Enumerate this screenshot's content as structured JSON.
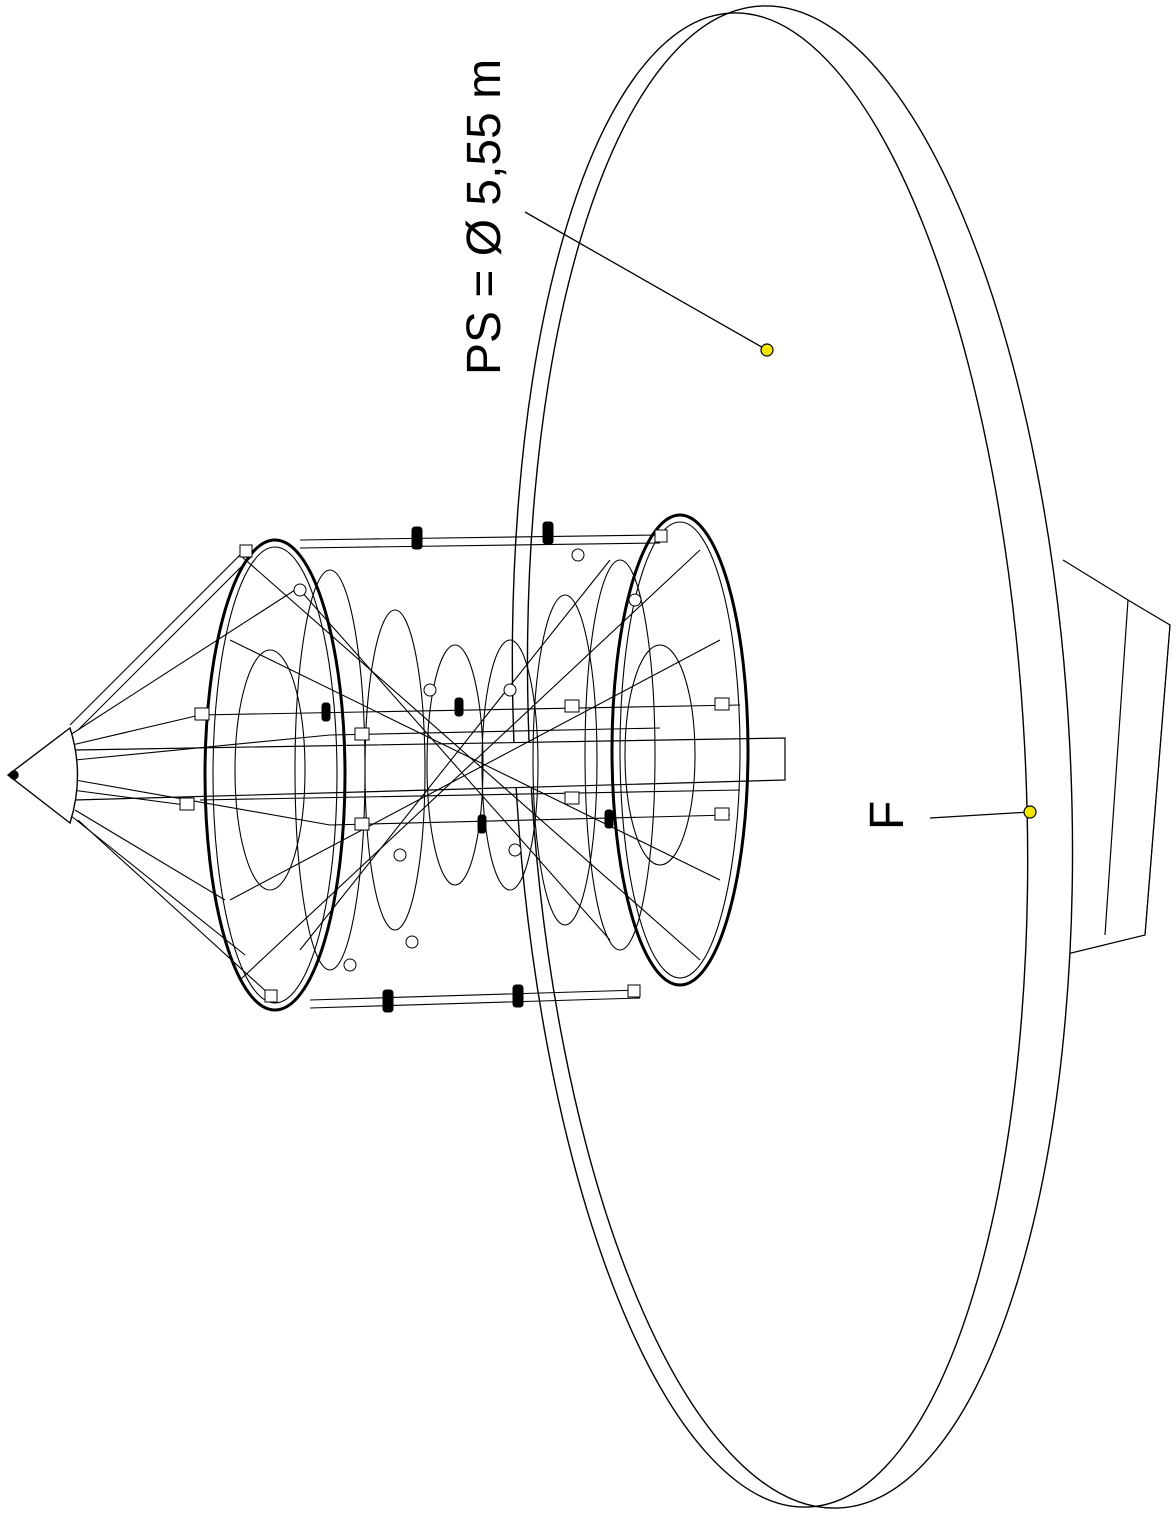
{
  "labels": {
    "safety_zone": "PS = Ø 5,55 m",
    "free_fall_point": "F"
  },
  "colors": {
    "line": "#000000",
    "marker": "#f2e600",
    "background": "#ffffff"
  },
  "icons": {
    "marker": "yellow-circle-marker"
  }
}
